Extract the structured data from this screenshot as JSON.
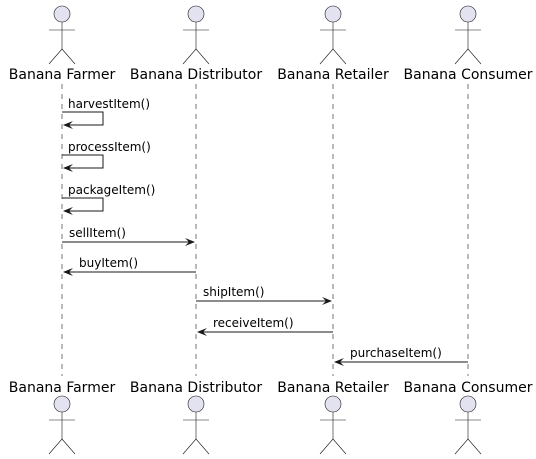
{
  "actors": [
    {
      "name": "Banana Farmer"
    },
    {
      "name": "Banana Distributor"
    },
    {
      "name": "Banana Retailer"
    },
    {
      "name": "Banana Consumer"
    }
  ],
  "messages": [
    {
      "from": 0,
      "to": 0,
      "label": "harvestItem()"
    },
    {
      "from": 0,
      "to": 0,
      "label": "processItem()"
    },
    {
      "from": 0,
      "to": 0,
      "label": "packageItem()"
    },
    {
      "from": 0,
      "to": 1,
      "label": "sellItem()"
    },
    {
      "from": 1,
      "to": 0,
      "label": "buyItem()"
    },
    {
      "from": 1,
      "to": 2,
      "label": "shipItem()"
    },
    {
      "from": 2,
      "to": 1,
      "label": "receiveItem()"
    },
    {
      "from": 3,
      "to": 2,
      "label": "purchaseItem()"
    }
  ],
  "colors": {
    "actor_fill": "#e2e2f0",
    "line": "#181818"
  }
}
